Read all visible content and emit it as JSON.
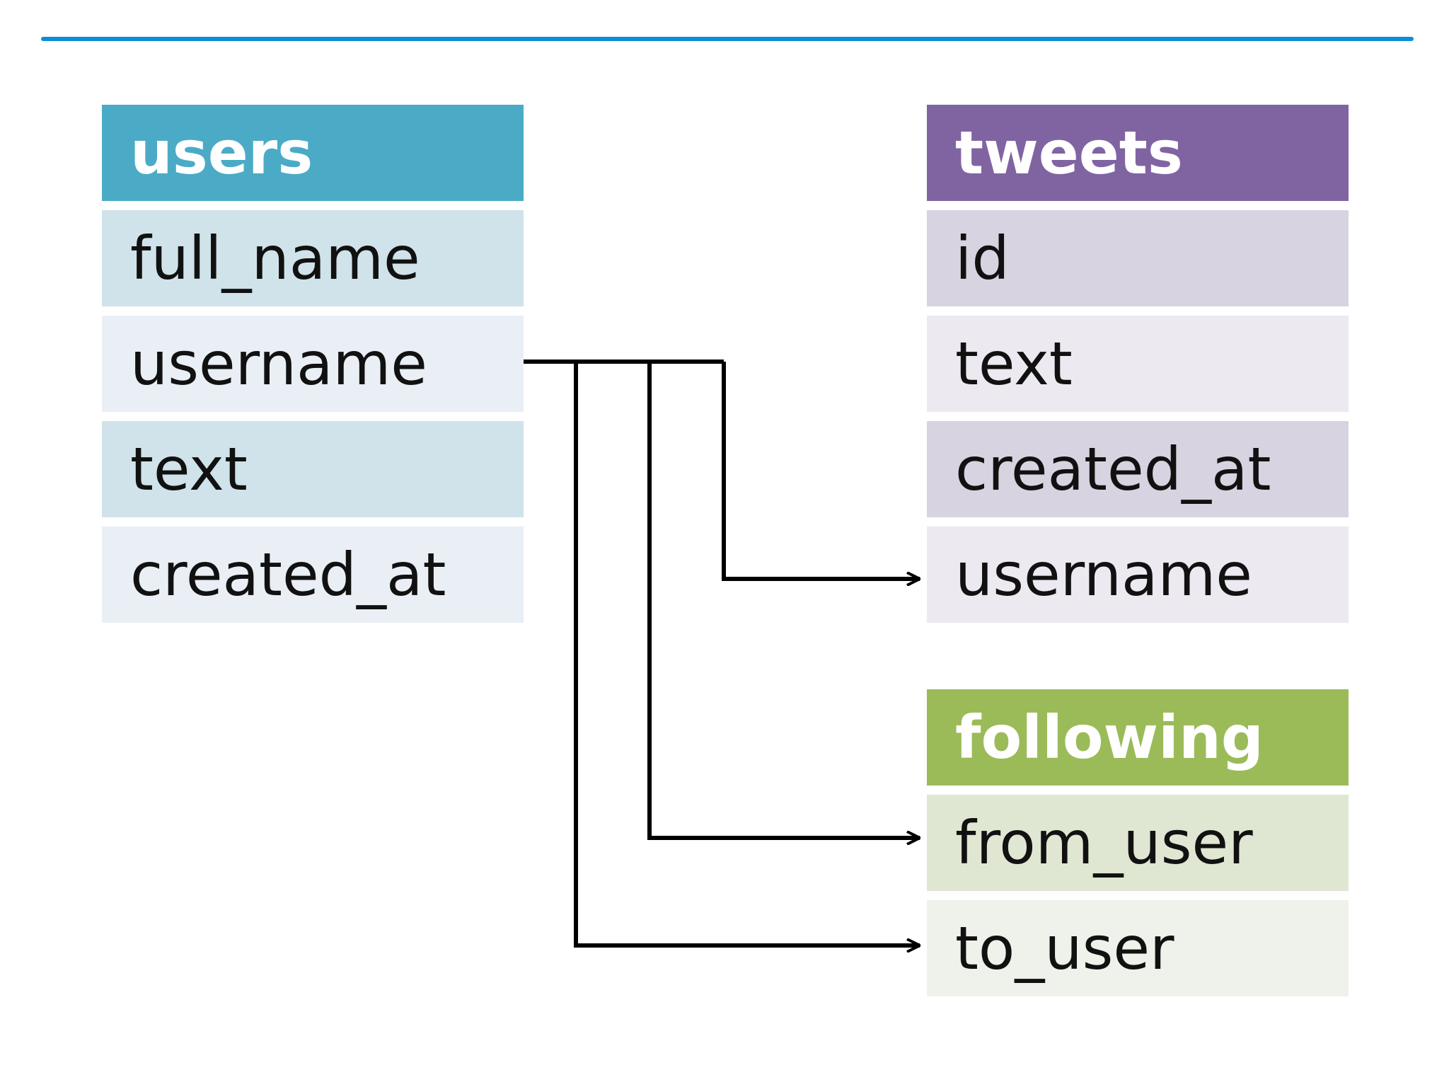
{
  "tables": {
    "users": {
      "title": "users",
      "fields": [
        "full_name",
        "username",
        "text",
        "created_at"
      ]
    },
    "tweets": {
      "title": "tweets",
      "fields": [
        "id",
        "text",
        "created_at",
        "username"
      ]
    },
    "following": {
      "title": "following",
      "fields": [
        "from_user",
        "to_user"
      ]
    }
  },
  "relationships": [
    {
      "from": "users.username",
      "to": "tweets.username"
    },
    {
      "from": "users.username",
      "to": "following.from_user"
    },
    {
      "from": "users.username",
      "to": "following.to_user"
    }
  ],
  "colors": {
    "accent_line": "#0a8fd6",
    "users_header": "#4babc6",
    "tweets_header": "#8064a2",
    "following_header": "#9bbb59",
    "connector": "#000000"
  }
}
